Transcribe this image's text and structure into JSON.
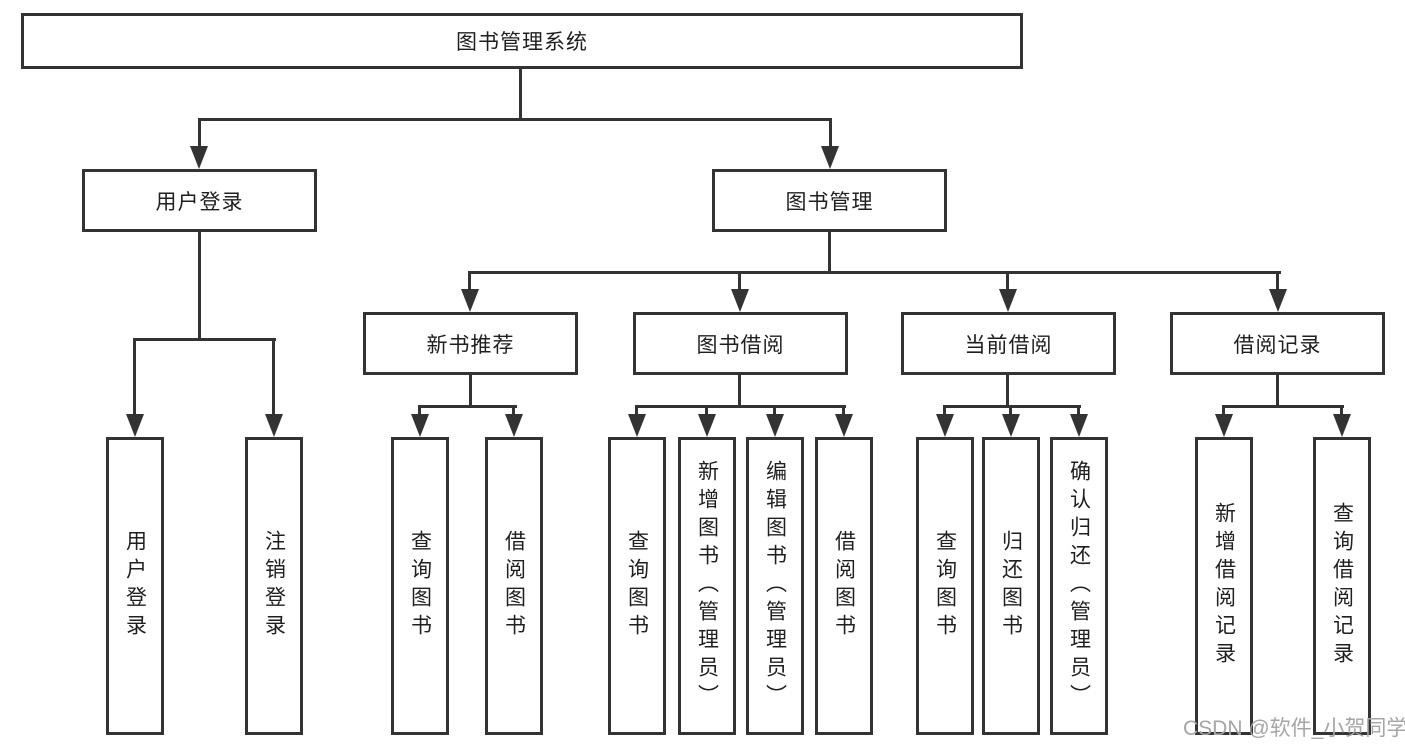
{
  "tree": {
    "label": "图书管理系统",
    "children": [
      {
        "label": "用户登录",
        "children": [
          {
            "label": "用户登录"
          },
          {
            "label": "注销登录"
          }
        ]
      },
      {
        "label": "图书管理",
        "children": [
          {
            "label": "新书推荐",
            "children": [
              {
                "label": "查询图书"
              },
              {
                "label": "借阅图书"
              }
            ]
          },
          {
            "label": "图书借阅",
            "children": [
              {
                "label": "查询图书"
              },
              {
                "label": "新增图书（管理员）"
              },
              {
                "label": "编辑图书（管理员）"
              },
              {
                "label": "借阅图书"
              }
            ]
          },
          {
            "label": "当前借阅",
            "children": [
              {
                "label": "查询图书"
              },
              {
                "label": "归还图书"
              },
              {
                "label": "确认归还（管理员）"
              }
            ]
          },
          {
            "label": "借阅记录",
            "children": [
              {
                "label": "新增借阅记录"
              },
              {
                "label": "查询借阅记录"
              }
            ]
          }
        ]
      }
    ]
  },
  "watermark": {
    "text": "CSDN @软件_小贺同学"
  },
  "colors": {
    "line": "#333333",
    "background": "#ffffff",
    "text": "#1f1f1f",
    "watermark": "#a5a5a5"
  }
}
